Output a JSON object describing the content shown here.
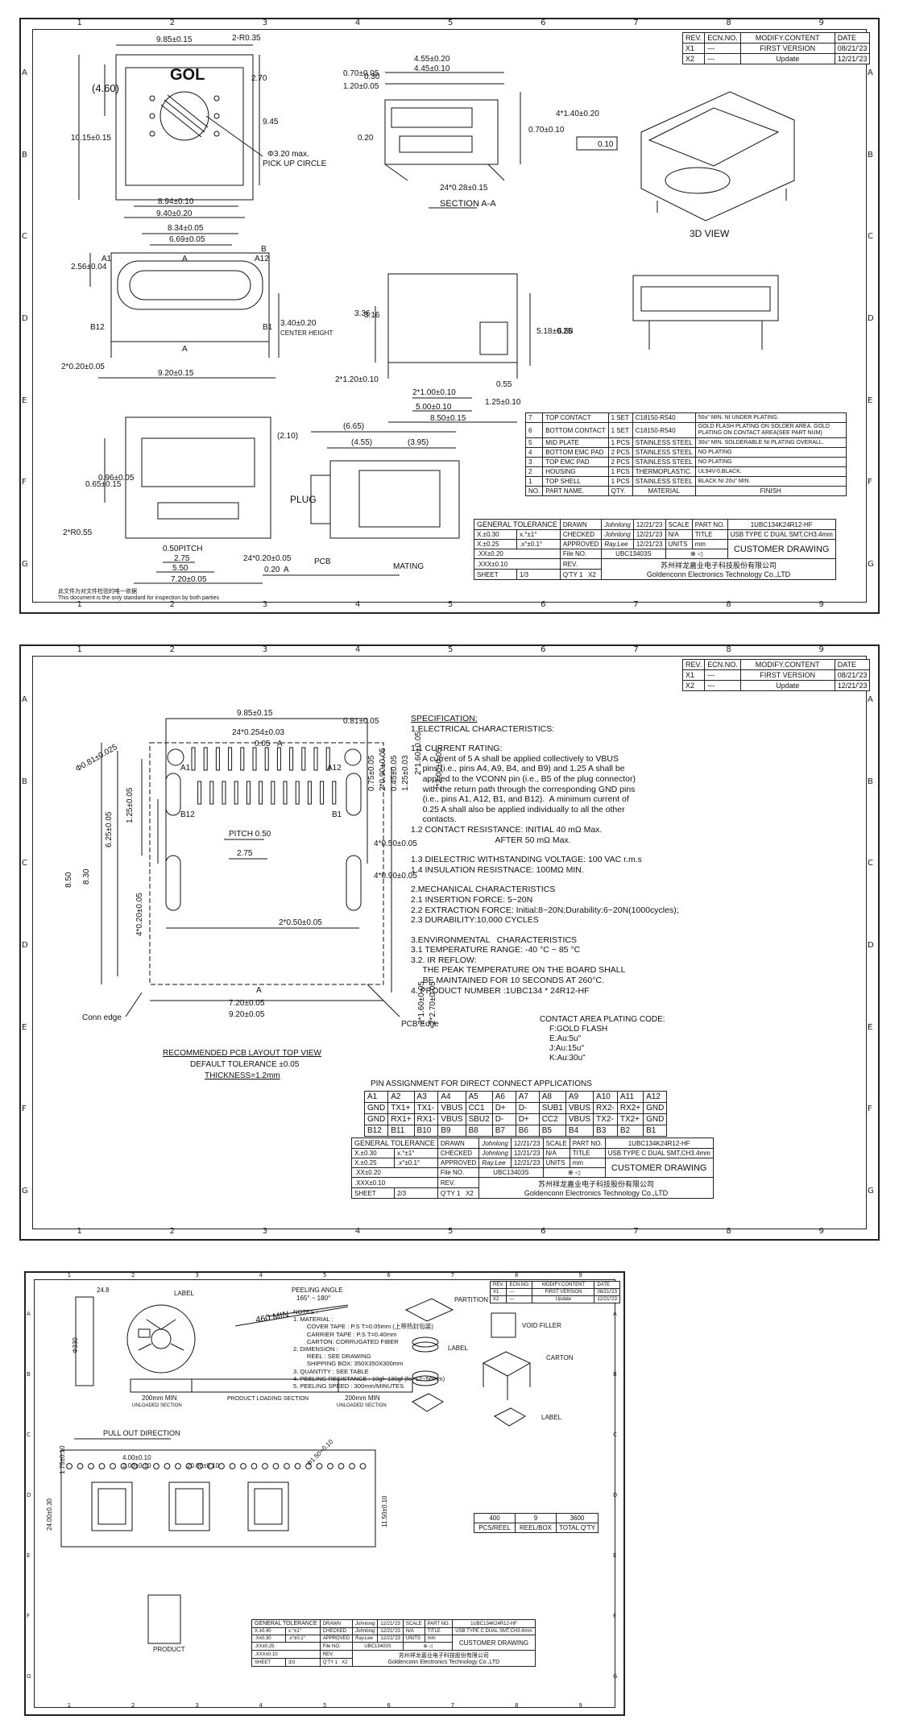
{
  "revision": {
    "headers": [
      "REV.",
      "ECN.NO.",
      "MODIFY.CONTENT",
      "DATE"
    ],
    "rows": [
      [
        "X1",
        "---",
        "FIRST VERSION",
        "08/21/'23"
      ],
      [
        "X2",
        "---",
        "Update",
        "12/21/'23"
      ]
    ]
  },
  "zones": {
    "cols": [
      "1",
      "2",
      "3",
      "4",
      "5",
      "6",
      "7",
      "8",
      "9"
    ],
    "rows": [
      "A",
      "B",
      "C",
      "D",
      "E",
      "F",
      "G"
    ]
  },
  "sheet1": {
    "dims_top": {
      "w985": "9.85±0.15",
      "r0_85": "2-R0.35",
      "h460": "(4.60)",
      "h270": "2.70",
      "h1015": "10.15±0.15",
      "h945": "9.45",
      "pick": "Φ3.20 max.",
      "pick2": "PICK UP CIRCLE",
      "w894": "8.94±0.10",
      "w940": "9.40±0.20",
      "logo": "GOL"
    },
    "section": {
      "title": "SECTION A-A",
      "w455": "4.55±0.20",
      "w445": "4.45±0.10",
      "v070": "0.70±0.05",
      "v120": "1.20±0.05",
      "v030": "0.30",
      "v020": "0.20",
      "v410": "4*1.40±0.20",
      "v070b": "0.70±0.10",
      "flat": "0.10",
      "pitch": "24*0.28±0.15"
    },
    "view3d": "3D VIEW",
    "front": {
      "w834": "8.34±0.05",
      "w669": "6.69±0.05",
      "h256": "2.56±0.04",
      "a1": "A1",
      "a12": "A12",
      "b12": "B12",
      "b1": "B1",
      "h340": "3.40±0.20",
      "center": "CENTER HEIGHT",
      "w020": "2*0.20±0.05",
      "w920": "9.20±0.15",
      "a": "A",
      "b": "B"
    },
    "side": {
      "h336": "3.36",
      "h316": "3.16",
      "h518": "5.18±0.25",
      "h658": "6.58",
      "w120": "2*1.20±0.10",
      "w055": "0.55",
      "w100": "2*1.00±0.10",
      "w500": "5.00±0.10",
      "w125": "1.25±0.10",
      "w850": "8.50±0.15"
    },
    "bottom": {
      "h065": "0.65±0.15",
      "h096": "0.96±0.05",
      "r055": "2*R0.55",
      "pitch": "0.50PITCH",
      "w275": "2.75",
      "w550": "5.50",
      "w720": "7.20±0.05",
      "tol": "24*0.20±0.05",
      "tol2": "0.20",
      "tol3": "A"
    },
    "plug": {
      "d665": "(6.65)",
      "d210": "(2.10)",
      "d455": "(4.55)",
      "d395": "(3.95)",
      "plug": "PLUG",
      "pcb": "PCB",
      "mating": "MATING"
    },
    "footer": {
      "cn": "此文件为对文件检验的唯一依据",
      "en": "This document is the only standard for inspection by both parties"
    }
  },
  "bom": {
    "headers": [
      "NO.",
      "PART NAME.",
      "QTY.",
      "MATERIAL",
      "FINISH"
    ],
    "rows": [
      [
        "7",
        "TOP CONTACT",
        "1 SET",
        "C18150-R540",
        "50u\" MIN. NI UNDER PLATING."
      ],
      [
        "6",
        "BOTTOM CONTACT",
        "1 SET",
        "C18150-R540",
        "GOLD FLASH PLATING ON SOLDER AREA. GOLD PLATING ON CONTACT AREA(SEE PART NUM)"
      ],
      [
        "5",
        "MID PLATE",
        "1 PCS",
        "STAINLESS STEEL",
        "30u\" MIN. SOLDERABLE NI PLATING OVERALL."
      ],
      [
        "4",
        "BOTTOM EMC PAD",
        "2 PCS",
        "STAINLESS STEEL",
        "NO PLATING"
      ],
      [
        "3",
        "TOP EMC PAD",
        "2 PCS",
        "STAINLESS STEEL",
        "NO PLATING"
      ],
      [
        "2",
        "HOUSING",
        "1 PCS",
        "THERMOPLASTIC.",
        "UL94V-0,BLACK."
      ],
      [
        "1",
        "TOP SHELL",
        "1 PCS",
        "STAINLESS STEEL",
        "BLACK NI 20u\" MIN."
      ]
    ]
  },
  "titleblock": {
    "gt": "GENERAL TOLERANCE",
    "tols": [
      [
        "X.±0.30",
        "x.°±1°"
      ],
      [
        "X.±0.25",
        ".x°±0.1°"
      ],
      [
        ".XX±0.20",
        ""
      ],
      [
        ".XXX±0.10",
        ""
      ]
    ],
    "drawn": "DRAWN",
    "checked": "CHECKED",
    "approved": "APPROVED",
    "fileno": "File NO.",
    "rev": "REV.",
    "drawn_by": "Johnlong",
    "checked_by": "Johnlong",
    "approved_by": "Ray.Lee",
    "date": "12/21/'23",
    "scale": "SCALE",
    "scale_v": "N/A",
    "units": "UNITS",
    "units_v": "mm",
    "partno": "PART NO.",
    "partno_v": "1UBC134K24R12-HF",
    "title": "TITLE",
    "title_v": "USB TYPE C DUAL SMT,CH3.4mm",
    "file_v": "UBC13403S",
    "rev_v": "X2",
    "customer": "CUSTOMER DRAWING",
    "company_cn": "苏州祥龙嘉业电子科技股份有限公司",
    "company_en": "Goldenconn Electronics Technology Co.,LTD",
    "sheet": "SHEET",
    "qty": "Q'TY",
    "qty_v": "1",
    "sheets": [
      "1/3",
      "2/3",
      "3/3"
    ]
  },
  "sheet2": {
    "w985": "9.85±0.15",
    "w081": "0.81±0.05",
    "pitch": "24*0.254±0.03",
    "pos": "0.05",
    "posA": "A",
    "d081": "Φ0.81±0.025",
    "a1": "A1",
    "a12": "A12",
    "b12": "B12",
    "b1": "B1",
    "pitch050": "PITCH 0.50",
    "w275": "2.75",
    "v075": "0.75±0.05",
    "v090": "2*0.90±0.05",
    "v045": "0.45±0.05",
    "v125": "1.25±0.03",
    "v160": "2*1.60±0.05",
    "v200": "2*2.00±0.05",
    "h850": "8.50",
    "h830": "8.30",
    "h625": "6.25±0.05",
    "h125": "1.25±0.05",
    "w050": "4*0.50±0.05",
    "w090": "4*0.90±0.05",
    "v020": "4*0.20±0.05",
    "w2x050": "2*0.50±0.05",
    "w720": "7.20±0.05",
    "w920": "9.20±0.05",
    "aref": "A",
    "v160b": "2*1.60±0.05",
    "v270": "2*2.70±0.05",
    "conn": "Conn edge",
    "pcb": "PCB Edge",
    "cap": "RECOMMENDED PCB LAYOUT TOP VIEW",
    "tol": "DEFAULT TOLERANCE ±0.05",
    "thick": "THICKNESS=1.2mm",
    "spec": [
      "SPECIFICATION:",
      "1.ELECTRICAL CHARACTERISTICS:",
      "",
      "1.1 CURRENT RATING:",
      "     A current of 5 A shall be applied collectively to VBUS",
      "     pins (i.e., pins A4, A9, B4, and B9) and 1.25 A shall be",
      "     applied to the VCONN pin (i.e., B5 of the plug connector)",
      "     with the return path through the corresponding GND pins",
      "     (i.e., pins A1, A12, B1, and B12).  A minimum current of",
      "     0.25 A shall also be applied individually to all the other",
      "     contacts.",
      "1.2 CONTACT RESISTANCE: INITIAL 40 mΩ Max.",
      "                                    AFTER 50 mΩ Max.",
      "",
      "1.3 DIELECTRIC WITHSTANDING VOLTAGE: 100 VAC r.m.s",
      "1.4 INSULATION RESISTNACE: 100MΩ MIN.",
      "",
      "2.MECHANICAL CHARACTERISTICS",
      "2.1 INSERTION FORCE: 5~20N",
      "2.2 EXTRACTION FORCE: Initial:8~20N;Durability:6~20N(1000cycles);",
      "2.3 DURABILITY:10,000 CYCLES",
      "",
      "3.ENVIRONMENTAL   CHARACTERISTICS",
      "3.1 TEMPERATURE RANGE: -40 °C ~ 85 °C",
      "3.2. IR REFLOW:",
      "     THE PEAK TEMPERATURE ON THE BOARD SHALL",
      "     BE MAINTAINED FOR 10 SECONDS AT 260°C.",
      "4. PRODUCT NUMBER :1UBC134 * 24R12-HF"
    ],
    "plating": [
      "CONTACT AREA PLATING CODE:",
      "F:GOLD FLASH",
      "E:Au:5u\"",
      "J:Au:15u\"",
      "K:Au:30u\""
    ],
    "pin_title": "PIN ASSIGNMENT FOR DIRECT CONNECT APPLICATIONS",
    "pins": [
      [
        "A1",
        "A2",
        "A3",
        "A4",
        "A5",
        "A6",
        "A7",
        "A8",
        "A9",
        "A10",
        "A11",
        "A12"
      ],
      [
        "GND",
        "TX1+",
        "TX1-",
        "VBUS",
        "CC1",
        "D+",
        "D-",
        "SUB1",
        "VBUS",
        "RX2-",
        "RX2+",
        "GND"
      ],
      [
        "GND",
        "RX1+",
        "RX1-",
        "VBUS",
        "SBU2",
        "D-",
        "D+",
        "CC2",
        "VBUS",
        "TX2-",
        "TX2+",
        "GND"
      ],
      [
        "B12",
        "B11",
        "B10",
        "B9",
        "B8",
        "B7",
        "B6",
        "B5",
        "B4",
        "B3",
        "B2",
        "B1"
      ]
    ]
  },
  "sheet3": {
    "w248": "24.8",
    "d330": "Φ330",
    "label": "LABEL",
    "peel": "PEELING ANGLE",
    "peel2": "165° ~ 180°",
    "min460": "460 MIN",
    "sec1": "200mm MIN",
    "sec1b": "UNLOADED SECTION",
    "sec2": "PRODUCT LOADING SECTION",
    "sec3": "200mm MIN",
    "sec3b": "UNLOADED SECTION",
    "notes": [
      "NOTES :",
      "1. MATERIAL :",
      "        COVER TAPE : P.S T=0.05mm (上带热封包装)",
      "        CARRIER TAPE : P.S T=0.40mm",
      "        CARTON: CORRUGATED FIBER",
      "2. DIMENSION :",
      "        REEL : SEE DRAWING",
      "        SHIPPING BOX: 350X350X300mm",
      "3. QUANTITY : SEE TABLE",
      "4. PEELING RESISTANCE : 10gf~130gf (for 12~56mm)",
      "5. PEELING SPEED : 300mm/MINUTES"
    ],
    "partition": "PARTITION",
    "void": "VOID FILLER",
    "label2": "LABEL",
    "carton": "CARTON",
    "label3": "LABEL",
    "pull": "PULL OUT DIRECTION",
    "w400": "4.00±0.10",
    "w200": "2.00±0.10",
    "w2000": "20.00±0.10",
    "d150": "Φ1.50+0.10",
    "v175": "1.75±0.10",
    "v2400": "24.00±0.30",
    "v1150": "11.50±0.10",
    "product": "PRODUCT",
    "qty_vals": [
      "400",
      "9",
      "3600"
    ],
    "qty_heads": [
      "PCS/REEL",
      "REEL/BOX",
      "TOTAL Q'TY"
    ],
    "tols": [
      [
        "X.±0.40",
        "x.°±1°"
      ],
      [
        ".X±0.30",
        ".x°±0.1°"
      ],
      [
        ".XX±0.25",
        ""
      ],
      [
        ".XXX±0.10",
        ""
      ]
    ]
  },
  "colors": {
    "line": "#111111",
    "paper": "#ffffff",
    "frame": "#222222"
  }
}
